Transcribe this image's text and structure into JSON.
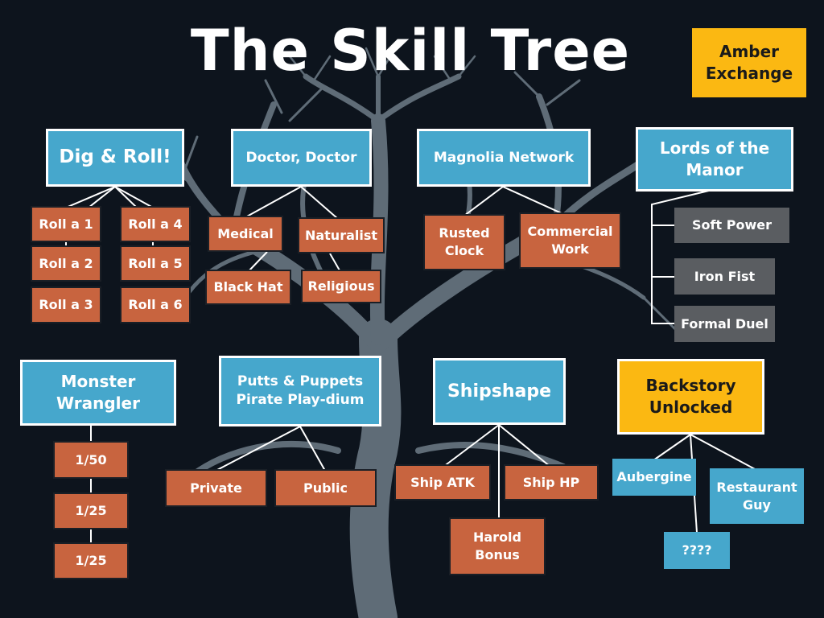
{
  "title": "The Skill Tree",
  "corner_badge": "Amber Exchange",
  "colors": {
    "background": "#0d141d",
    "blue": "#46a7cc",
    "orange": "#c8643f",
    "gray": "#5a5d61",
    "amber": "#fbb812",
    "tree": "#5f6c77",
    "line": "#ffffff"
  },
  "dig_roll": {
    "label": "Dig & Roll!",
    "rolls": [
      "Roll a 1",
      "Roll a 2",
      "Roll a 3",
      "Roll a 4",
      "Roll a 5",
      "Roll a 6"
    ]
  },
  "doctor": {
    "label": "Doctor, Doctor",
    "skills": [
      "Medical",
      "Naturalist",
      "Black Hat",
      "Religious"
    ]
  },
  "magnolia": {
    "label": "Magnolia Network",
    "skills": [
      "Rusted Clock",
      "Commercial Work"
    ]
  },
  "lords": {
    "label": "Lords of the Manor",
    "skills": [
      "Soft Power",
      "Iron Fist",
      "Formal Duel"
    ]
  },
  "monster": {
    "label": "Monster Wrangler",
    "odds": [
      "1/50",
      "1/25",
      "1/25"
    ]
  },
  "putts": {
    "label": "Putts & Puppets Pirate Play-dium",
    "skills": [
      "Private",
      "Public"
    ]
  },
  "shipshape": {
    "label": "Shipshape",
    "skills": [
      "Ship ATK",
      "Ship HP",
      "Harold Bonus"
    ]
  },
  "backstory": {
    "label": "Backstory Unlocked",
    "skills": [
      "Aubergine",
      "Restaurant Guy",
      "????"
    ]
  }
}
